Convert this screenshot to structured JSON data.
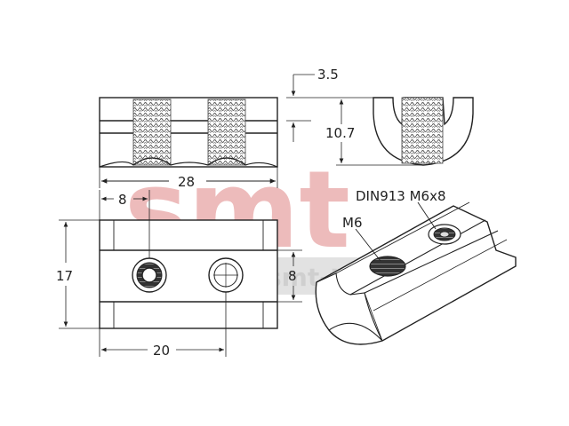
{
  "drawing": {
    "title": "T-slot nut with M6 thread and DIN913 M6x8 set screw",
    "dimensions": {
      "top_length": "28",
      "slot_depth": "3.5",
      "profile_height": "10.7",
      "offset": "8",
      "width": "17",
      "bottom_length": "20",
      "side_height": "8"
    },
    "callouts": {
      "set_screw": "DIN913 M6x8",
      "thread": "M6"
    },
    "watermark": {
      "primary": "smt",
      "secondary": "smt-tools",
      "color": "#e8a5a5"
    }
  }
}
